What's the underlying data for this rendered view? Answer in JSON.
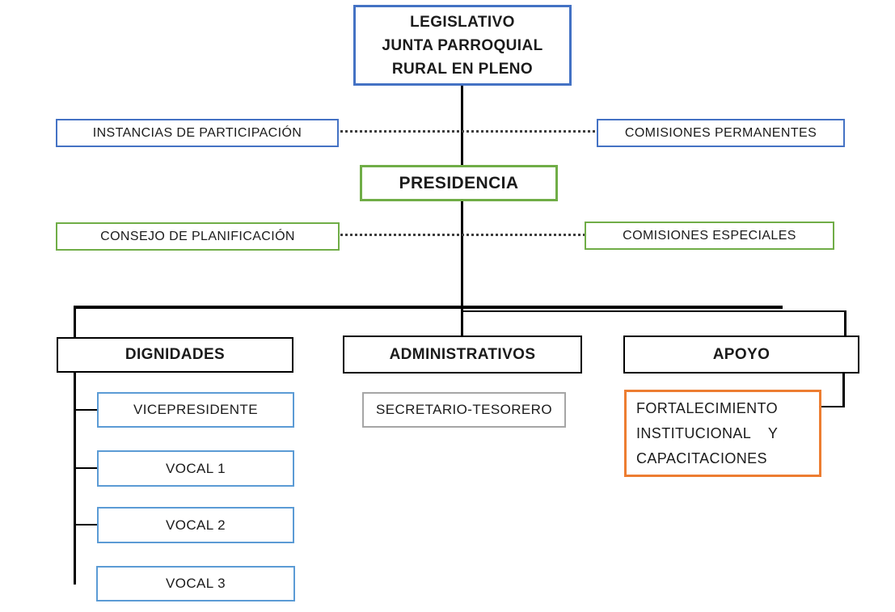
{
  "diagram": {
    "type": "org-chart",
    "language": "es",
    "colors": {
      "blue": "#4472C4",
      "light_blue": "#5B9BD5",
      "green": "#70AD47",
      "orange": "#ED7D31",
      "gray": "#A6A6A6",
      "black": "#000000",
      "solid_connector": "#000000",
      "dotted_connector": "#3d3d3d"
    },
    "nodes": {
      "legislativo": {
        "line1": "LEGISLATIVO",
        "line2": "JUNTA PARROQUIAL",
        "line3": "RURAL EN PLENO",
        "border": "#4472C4",
        "bold": true
      },
      "instancias_participacion": {
        "label": "INSTANCIAS DE PARTICIPACIÓN",
        "border": "#4472C4",
        "bold": false
      },
      "comisiones_permanentes": {
        "label": "COMISIONES PERMANENTES",
        "border": "#4472C4",
        "bold": false
      },
      "presidencia": {
        "label": "PRESIDENCIA",
        "border": "#70AD47",
        "bold": true
      },
      "consejo_planificacion": {
        "label": "CONSEJO DE PLANIFICACIÓN",
        "border": "#70AD47",
        "bold": false
      },
      "comisiones_especiales": {
        "label": "COMISIONES ESPECIALES",
        "border": "#70AD47",
        "bold": false
      },
      "dignidades": {
        "label": "DIGNIDADES",
        "border": "#000000",
        "bold": true
      },
      "administrativos": {
        "label": "ADMINISTRATIVOS",
        "border": "#000000",
        "bold": true
      },
      "apoyo": {
        "label": "APOYO",
        "border": "#000000",
        "bold": true
      },
      "vicepresidente": {
        "label": "VICEPRESIDENTE",
        "border": "#5B9BD5",
        "bold": false
      },
      "vocal_1": {
        "label": "VOCAL 1",
        "border": "#5B9BD5",
        "bold": false
      },
      "vocal_2": {
        "label": "VOCAL 2",
        "border": "#5B9BD5",
        "bold": false
      },
      "vocal_3": {
        "label": "VOCAL 3",
        "border": "#5B9BD5",
        "bold": false
      },
      "secretario_tesorero": {
        "label": "SECRETARIO-TESORERO",
        "border": "#A6A6A6",
        "bold": false
      },
      "fortalecimiento": {
        "line1": "FORTALECIMIENTO",
        "line2": "INSTITUCIONAL    Y",
        "line3": "CAPACITACIONES",
        "border": "#ED7D31",
        "bold": false
      }
    },
    "edges": [
      {
        "from": "legislativo",
        "to": "presidencia",
        "style": "solid"
      },
      {
        "from": "presidencia",
        "to": "dignidades",
        "style": "solid"
      },
      {
        "from": "presidencia",
        "to": "administrativos",
        "style": "solid"
      },
      {
        "from": "presidencia",
        "to": "apoyo",
        "style": "solid"
      },
      {
        "from": "dignidades",
        "to": "vicepresidente",
        "style": "solid"
      },
      {
        "from": "dignidades",
        "to": "vocal_1",
        "style": "solid"
      },
      {
        "from": "dignidades",
        "to": "vocal_2",
        "style": "solid"
      },
      {
        "from": "dignidades",
        "to": "vocal_3",
        "style": "solid"
      },
      {
        "from": "apoyo",
        "to": "fortalecimiento",
        "style": "solid"
      },
      {
        "from": "instancias_participacion",
        "to": "comisiones_permanentes",
        "style": "dotted"
      },
      {
        "from": "consejo_planificacion",
        "to": "comisiones_especiales",
        "style": "dotted"
      }
    ]
  }
}
